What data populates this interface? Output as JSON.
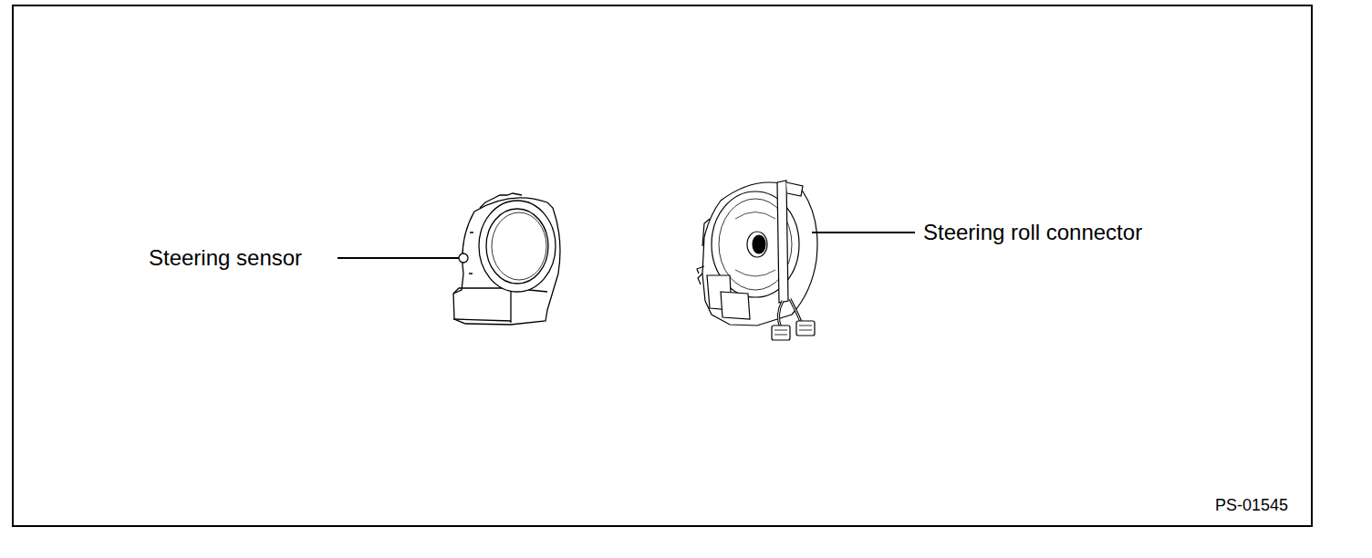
{
  "diagram": {
    "labels": [
      "Steering sensor",
      "Steering roll connector",
      "PS-01545"
    ]
  }
}
